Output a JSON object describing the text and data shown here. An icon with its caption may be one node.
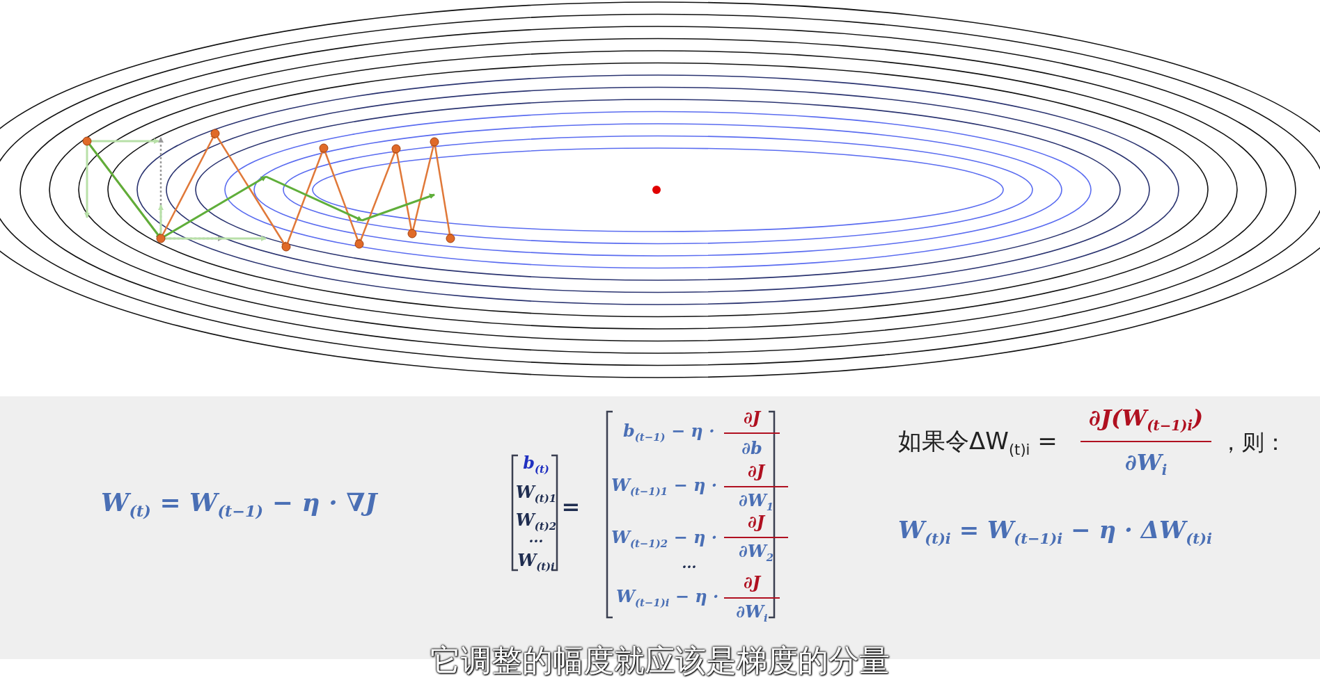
{
  "diagram": {
    "caption": "它调整的幅度就应该是梯度的分量",
    "labels": [
      "W$_{(t)}$ = W$_{(t−1)}$ − η · ∇J",
      "b$_{(t)}$",
      "W$_{(t)1}$",
      "W$_{(t)2}$",
      "···",
      "W$_{(t)i}$",
      "=",
      "b$_{(t−1)}$ − η ·",
      "∂J",
      "∂b",
      "W$_{(t−1)1}$ − η ·",
      "∂J",
      "∂W$_{1}$",
      "W$_{(t−1)2}$ − η ·",
      "∂J",
      "∂W$_{2}$",
      "···",
      "W$_{(t−1)i}$ − η ·",
      "∂J",
      "∂W$_{i}$",
      "如果令ΔW$_{(t)i}$ =",
      "∂J(W$_{(t−1)i}$)",
      "∂W$_{i}$",
      "，则：",
      "W$_{(t)i}$ = W$_{(t−1)i}$ − η · ΔW$_{(t)i}$"
    ]
  }
}
